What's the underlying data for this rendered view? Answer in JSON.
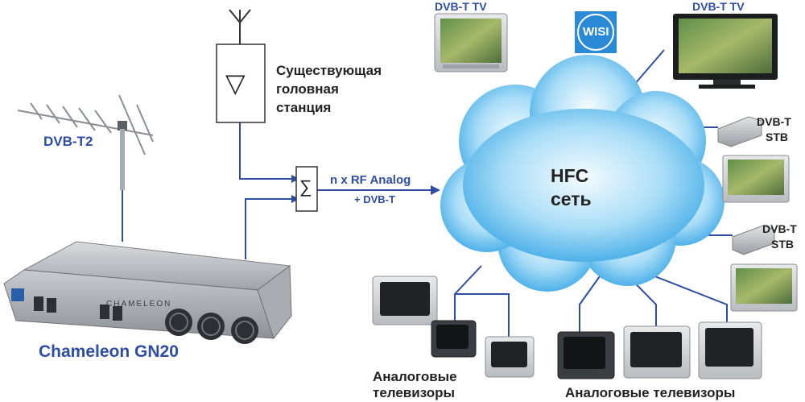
{
  "labels": {
    "dvbt2": "DVB-T2",
    "headend_line1": "Существующая",
    "headend_line2": "головная",
    "headend_line3": "станция",
    "rf_analog": "n x RF Analog",
    "plus_dvbt": "+ DVB-T",
    "device_name": "Chameleon GN20",
    "device_brand": "CHAMELEON",
    "hfc_line1": "HFC",
    "hfc_line2": "сеть",
    "tv_left": "DVB-T TV",
    "tv_right": "DVB-T TV",
    "logo": "WISI",
    "stb1_line1": "DVB-T",
    "stb1_line2": "STB",
    "stb2_line1": "DVB-T",
    "stb2_line2": "STB",
    "analog_left_line1": "Аналоговые",
    "analog_left_line2": "телевизоры",
    "analog_bottom": "Аналоговые телевизоры"
  },
  "symbols": {
    "summer": "∑",
    "amplifier": "▽"
  },
  "colors": {
    "link": "#2f4ea1",
    "label_blue": "#2f4ea1",
    "label_dark": "#222222",
    "cloud_light": "#e8f6fd",
    "cloud_mid": "#8fd2f5",
    "cloud_dark": "#3aa7e6",
    "logo_bg": "#2b8ad6"
  }
}
